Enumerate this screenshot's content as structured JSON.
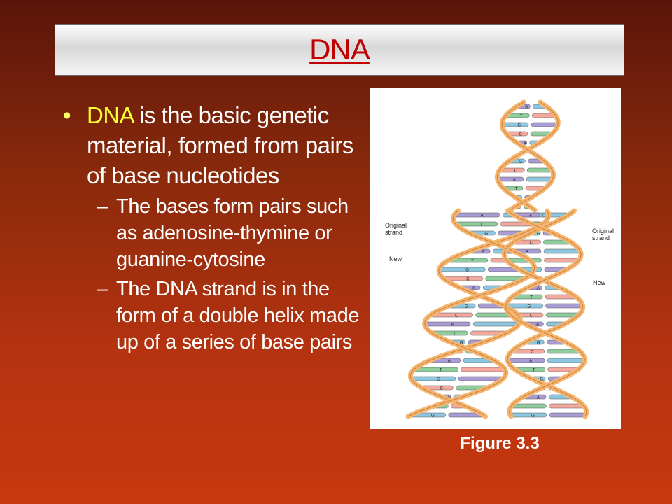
{
  "slide": {
    "title": "DNA",
    "bullet": {
      "highlight": "DNA",
      "text": " is the basic genetic material, formed from pairs of base nucleotides"
    },
    "subbullets": [
      "The bases form pairs such as adenosine-thymine or guanine-cytosine",
      "The DNA strand is in the form of a double helix made up of a series of base pairs"
    ],
    "figure": {
      "caption": "Figure 3.3",
      "labels": {
        "original_left": "Original strand",
        "new_left": "New",
        "original_right": "Original strand",
        "new_right": "New"
      },
      "base_letters": [
        "A",
        "T",
        "G",
        "C"
      ]
    }
  },
  "colors": {
    "title": "#c00000",
    "highlight": "#ffff33",
    "strand": "#f5b56e",
    "rung_purple": "#a99bd3",
    "rung_green": "#8fce9c",
    "rung_blue": "#8cc7df",
    "rung_pink": "#f3a99d"
  }
}
